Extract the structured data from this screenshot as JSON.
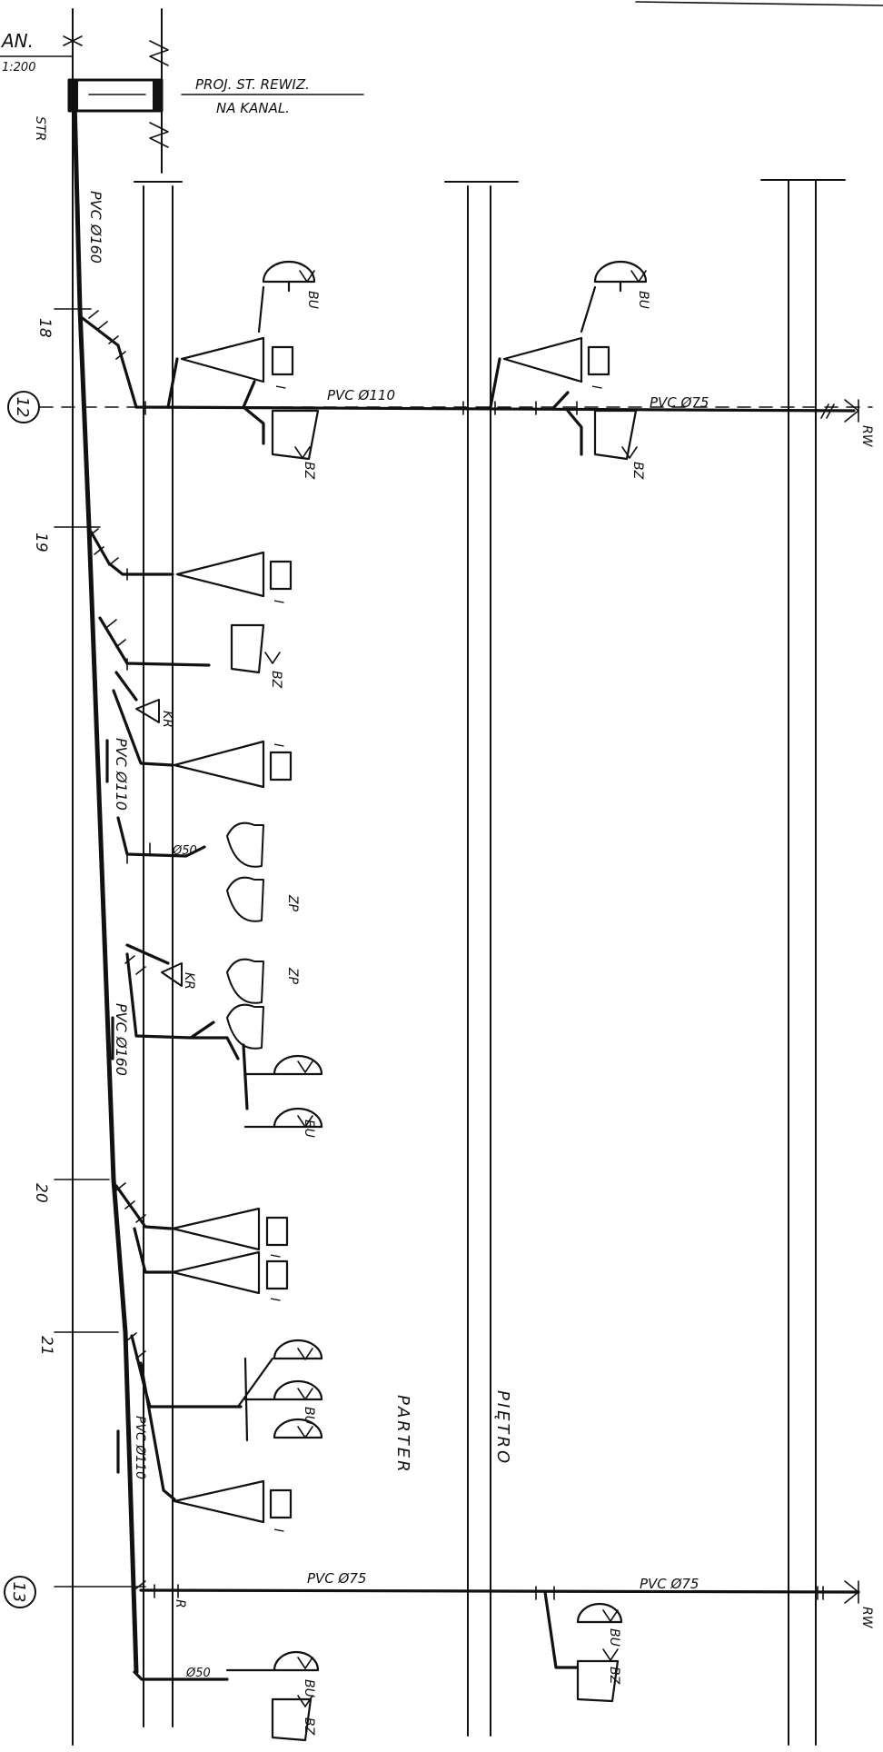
{
  "sheet": {
    "title_frag_1": "AN.",
    "title_frag_2": "1:200",
    "inspection_note_1": "PROJ. ST. REWIZ.",
    "inspection_note_2": "NA KANAL.",
    "str_label": "STR"
  },
  "axes": {
    "axis_12": "12",
    "axis_13": "13",
    "tick_18": "18",
    "tick_19": "19",
    "tick_20": "20",
    "tick_21": "21"
  },
  "pipe_labels": {
    "main_upper": "PVC Ø160",
    "branch_mid": "PVC Ø110",
    "main_lower": "PVC Ø160",
    "branch_low": "PVC Ø110",
    "riser_axis12_ground": "PVC Ø110",
    "riser_axis12_upper": "PVC Ø75",
    "riser_axis13_ground": "PVC Ø75",
    "riser_axis13_upper": "PVC Ø75",
    "small_50_a": "Ø50",
    "small_50_b": "Ø50"
  },
  "fixture_labels": {
    "bu": "BU",
    "bz": "BZ",
    "kr": "KR",
    "zp": "ZP",
    "i": "I",
    "r": "R",
    "rw": "RW"
  },
  "floors": {
    "ground": "PARTER",
    "upper": "PIĘTRO"
  }
}
